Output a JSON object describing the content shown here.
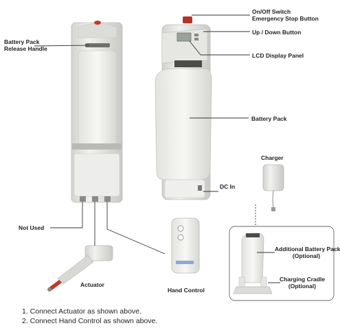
{
  "labels": {
    "battery_pack_release": [
      "Battery Pack",
      "Release Handle"
    ],
    "on_off_switch": [
      "On/Off Switch",
      "Emergency Stop Button"
    ],
    "up_down_button": "Up / Down Button",
    "lcd_display": "LCD Display Panel",
    "battery_pack": "Battery Pack",
    "charger": "Charger",
    "dc_in": "DC In",
    "not_used": "Not Used",
    "actuator": "Actuator",
    "hand_control": "Hand Control",
    "additional_battery": [
      "Additional Battery Pack",
      "(Optional)"
    ],
    "charging_cradle": [
      "Charging Cradle",
      "(Optional)"
    ]
  },
  "instructions": [
    "1. Connect Actuator as shown above.",
    "2. Connect Hand Control as shown above."
  ],
  "colors": {
    "device_body": "#e8e8e6",
    "device_shade": "#cfcfcc",
    "emergency_button": "#c0392b",
    "leader_line": "#333333",
    "actuator_rod": "#c0392b"
  }
}
